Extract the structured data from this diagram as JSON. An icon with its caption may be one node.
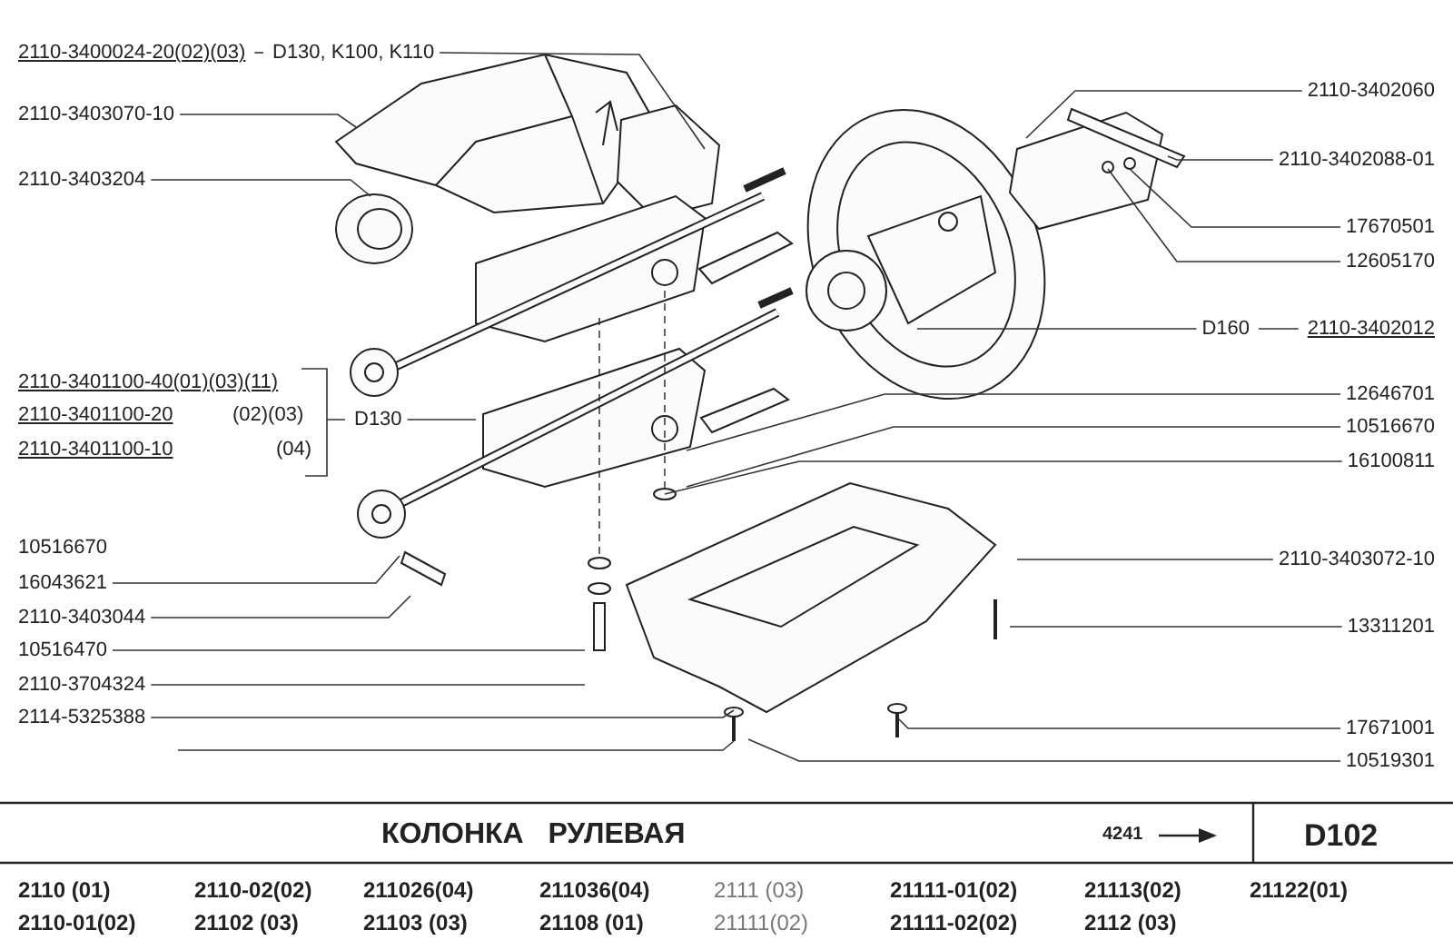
{
  "diagram": {
    "title": "КОЛОНКА   РУЛЕВАЯ",
    "nodes": [
      {
        "text": [
          "2110-3400024-20(02)(03)"
        ]
      },
      {
        "text": [
          "D130, K100, K110"
        ]
      },
      {
        "text": [
          "2110-3403070-10"
        ]
      },
      {
        "text": [
          "2110-3403204"
        ]
      },
      {
        "text": [
          "D130"
        ]
      },
      {
        "text": [
          "16043621"
        ]
      },
      {
        "text": [
          "2110-3403044"
        ]
      },
      {
        "text": [
          "10516470"
        ]
      },
      {
        "text": [
          "2110-3704324"
        ]
      },
      {
        "text": [
          "2114-5325388"
        ]
      },
      {
        "text": [
          "2110-3402060"
        ]
      },
      {
        "text": [
          "2110-3402088-01"
        ]
      },
      {
        "text": [
          "17670501"
        ]
      },
      {
        "text": [
          "12605170"
        ]
      },
      {
        "text": [
          "D160"
        ]
      },
      {
        "text": [
          "2110-3402012"
        ]
      },
      {
        "text": [
          "12646701"
        ]
      },
      {
        "text": [
          "10516670"
        ]
      },
      {
        "text": [
          "16100811"
        ]
      },
      {
        "text": [
          "2110-3403072-10"
        ]
      },
      {
        "text": [
          "13311201"
        ]
      },
      {
        "text": [
          "17671001"
        ]
      },
      {
        "text": [
          "10519301"
        ]
      }
    ],
    "edges": [
      {
        "from": 0,
        "to": 1,
        "arrow": "none"
      },
      {
        "from": 1,
        "to": null,
        "arrow": "none"
      },
      {
        "from": 2,
        "to": null,
        "arrow": "none"
      },
      {
        "from": 3,
        "to": null,
        "arrow": "none"
      },
      {
        "from": 4,
        "to": null,
        "arrow": "none"
      },
      {
        "from": 5,
        "to": null,
        "arrow": "none"
      },
      {
        "from": 6,
        "to": null,
        "arrow": "none"
      },
      {
        "from": 7,
        "to": null,
        "arrow": "none"
      },
      {
        "from": 8,
        "to": null,
        "arrow": "none"
      },
      {
        "from": 9,
        "to": null,
        "arrow": "none"
      },
      {
        "from": 10,
        "to": null,
        "arrow": "none"
      },
      {
        "from": 11,
        "to": null,
        "arrow": "none"
      },
      {
        "from": 12,
        "to": null,
        "arrow": "none"
      },
      {
        "from": 13,
        "to": null,
        "arrow": "none"
      },
      {
        "from": 14,
        "to": null,
        "arrow": "none"
      },
      {
        "from": 14,
        "to": 15,
        "arrow": "none"
      },
      {
        "from": 16,
        "to": null,
        "arrow": "none"
      },
      {
        "from": 17,
        "to": null,
        "arrow": "none"
      },
      {
        "from": 18,
        "to": null,
        "arrow": "none"
      },
      {
        "from": 19,
        "to": null,
        "arrow": "none"
      },
      {
        "from": 20,
        "to": null,
        "arrow": "none"
      },
      {
        "from": 21,
        "to": null,
        "arrow": "none"
      },
      {
        "from": 22,
        "to": null,
        "arrow": "none"
      }
    ],
    "labels": [
      "2110-3401100-40(01)(03)(11)",
      "2110-3401100-20",
      "(02)(03)",
      "2110-3401100-10",
      "(04)",
      "10516670",
      "4241",
      "D102",
      "2110 (01)",
      "2110-02(02)",
      "211026(04)",
      "211036(04)",
      "2111 (03)",
      "21111-01(02)",
      "21113(02)",
      "21122(01)",
      "2110-01(02)",
      "21102 (03)",
      "21103 (03)",
      "21108 (01)",
      "21111(02)",
      "21111-02(02)",
      "2112 (03)"
    ]
  }
}
